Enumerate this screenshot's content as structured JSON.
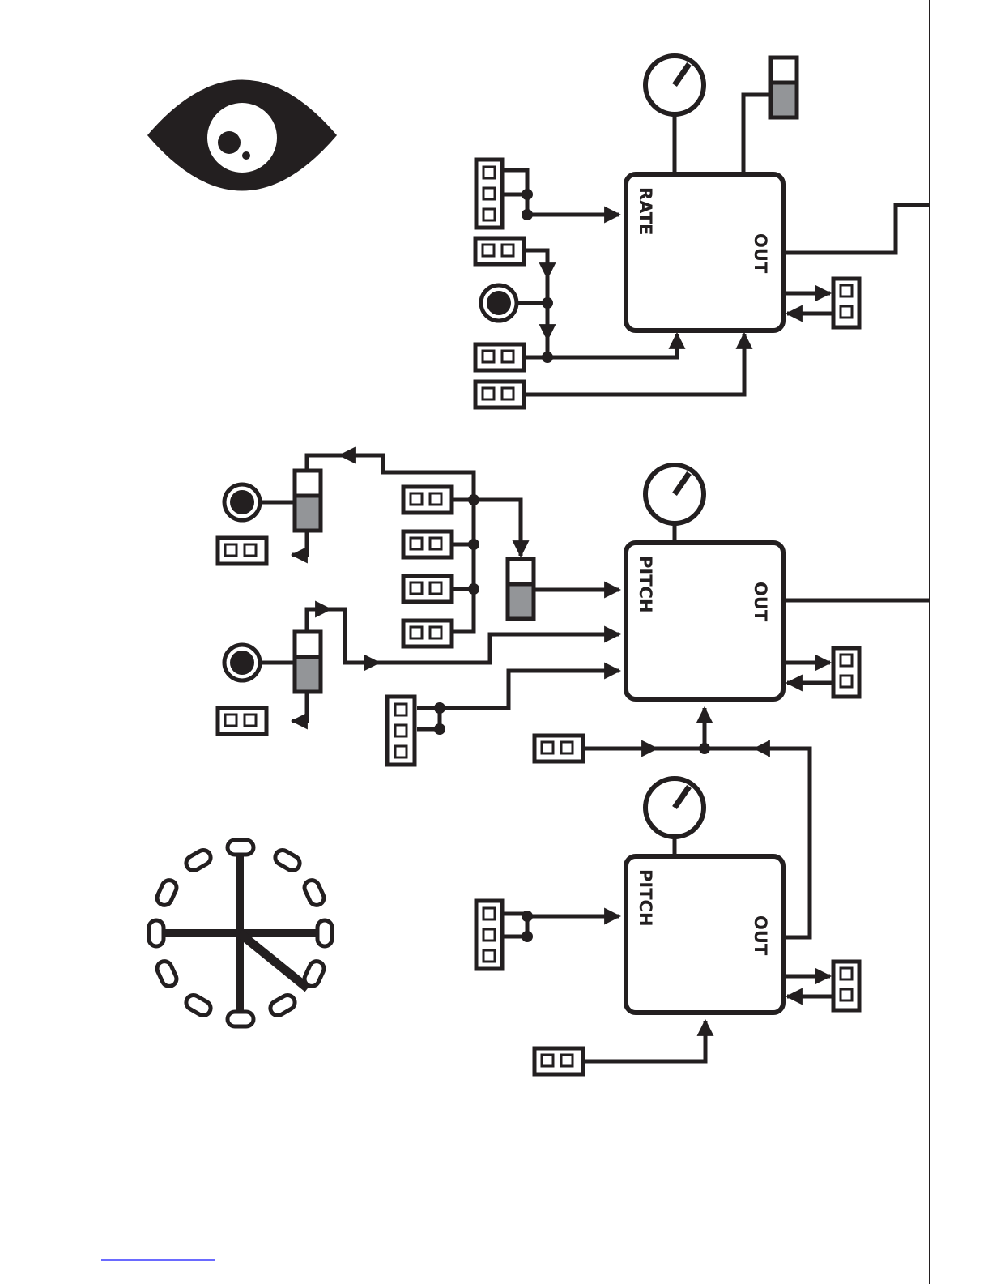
{
  "modules": {
    "lfo": {
      "input_label": "RATE",
      "output_label": "OUT"
    },
    "vco_main": {
      "input_label": "PITCH",
      "output_label": "OUT"
    },
    "vco_secondary": {
      "input_label": "PITCH",
      "output_label": "OUT"
    }
  },
  "icons": {
    "top_left": "eye-icon",
    "bottom_left": "chain-wheel-icon"
  },
  "colors": {
    "ink": "#231f20",
    "slider_fill": "#939598",
    "paper": "#ffffff"
  }
}
